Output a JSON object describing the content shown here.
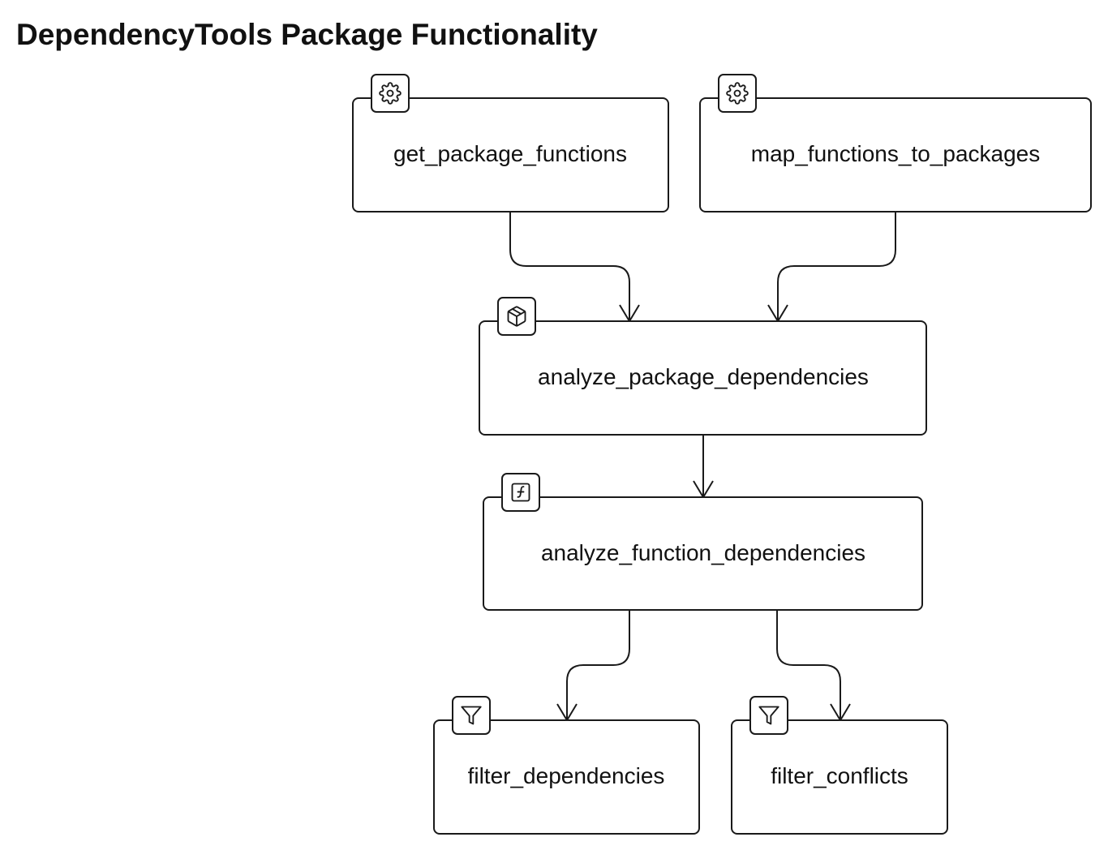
{
  "title": "DependencyTools Package Functionality",
  "nodes": [
    {
      "id": "get_package_functions",
      "label": "get_package_functions",
      "icon": "gear-icon"
    },
    {
      "id": "map_functions_to_packages",
      "label": "map_functions_to_packages",
      "icon": "gear-icon"
    },
    {
      "id": "analyze_package_dependencies",
      "label": "analyze_package_dependencies",
      "icon": "package-icon"
    },
    {
      "id": "analyze_function_dependencies",
      "label": "analyze_function_dependencies",
      "icon": "function-icon"
    },
    {
      "id": "filter_dependencies",
      "label": "filter_dependencies",
      "icon": "filter-icon"
    },
    {
      "id": "filter_conflicts",
      "label": "filter_conflicts",
      "icon": "filter-icon"
    }
  ],
  "edges": [
    {
      "from": "get_package_functions",
      "to": "analyze_package_dependencies"
    },
    {
      "from": "map_functions_to_packages",
      "to": "analyze_package_dependencies"
    },
    {
      "from": "analyze_package_dependencies",
      "to": "analyze_function_dependencies"
    },
    {
      "from": "analyze_function_dependencies",
      "to": "filter_dependencies"
    },
    {
      "from": "analyze_function_dependencies",
      "to": "filter_conflicts"
    }
  ]
}
